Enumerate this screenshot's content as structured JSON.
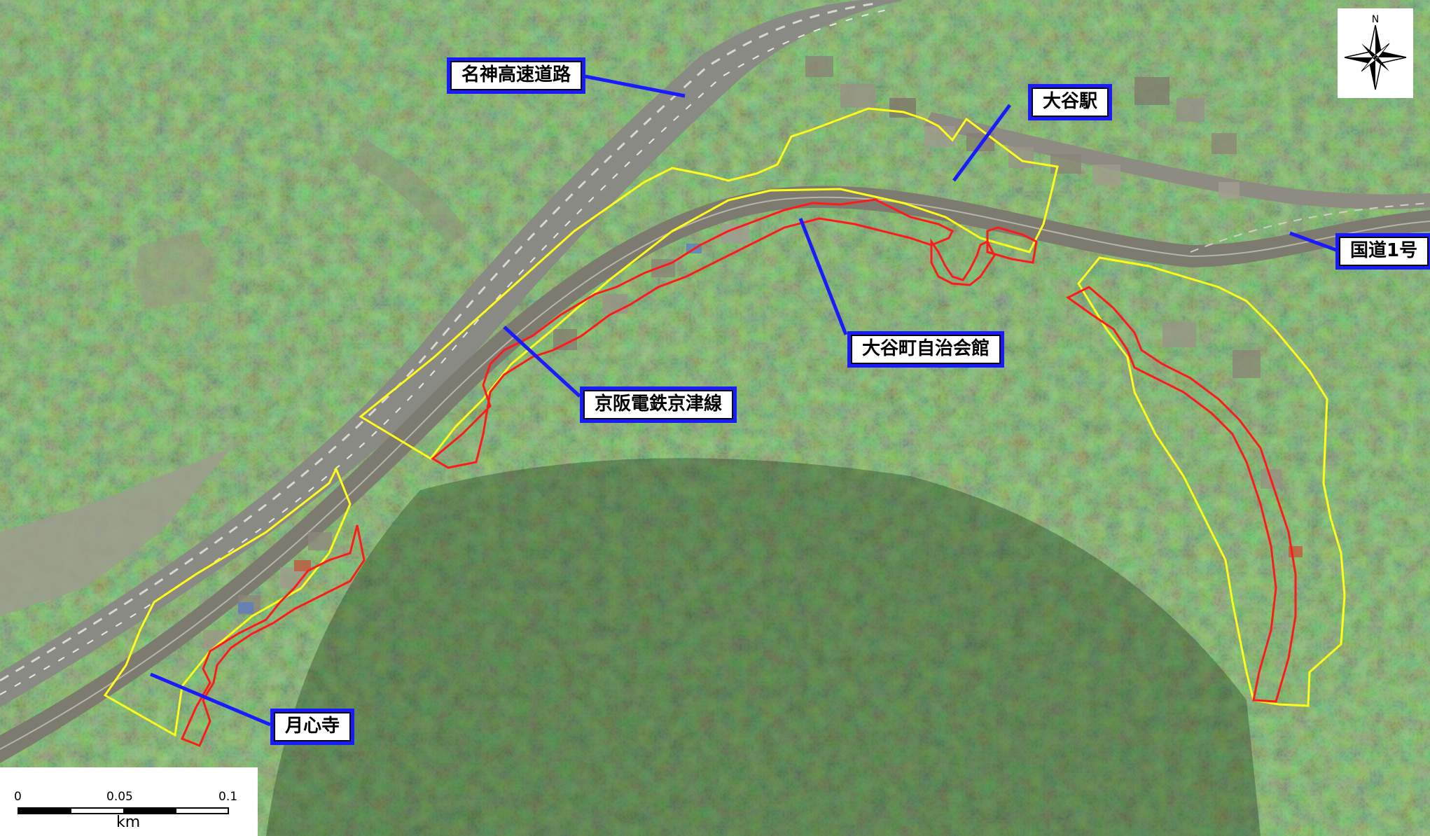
{
  "labels": {
    "meishin": "名神高速道路",
    "otani_station": "大谷駅",
    "route1": "国道1号",
    "hall": "大谷町自治会館",
    "keihan": "京阪電鉄京津線",
    "gesshinji": "月心寺"
  },
  "compass": {
    "north_letter": "N"
  },
  "scale": {
    "ticks": [
      "0",
      "0.05",
      "0.1"
    ],
    "unit": "km"
  },
  "colors": {
    "yellow_boundary": "#ffff1a",
    "red_boundary": "#ff1a1a",
    "leader_line": "#1a1aff",
    "label_border": "#1a1aff"
  }
}
